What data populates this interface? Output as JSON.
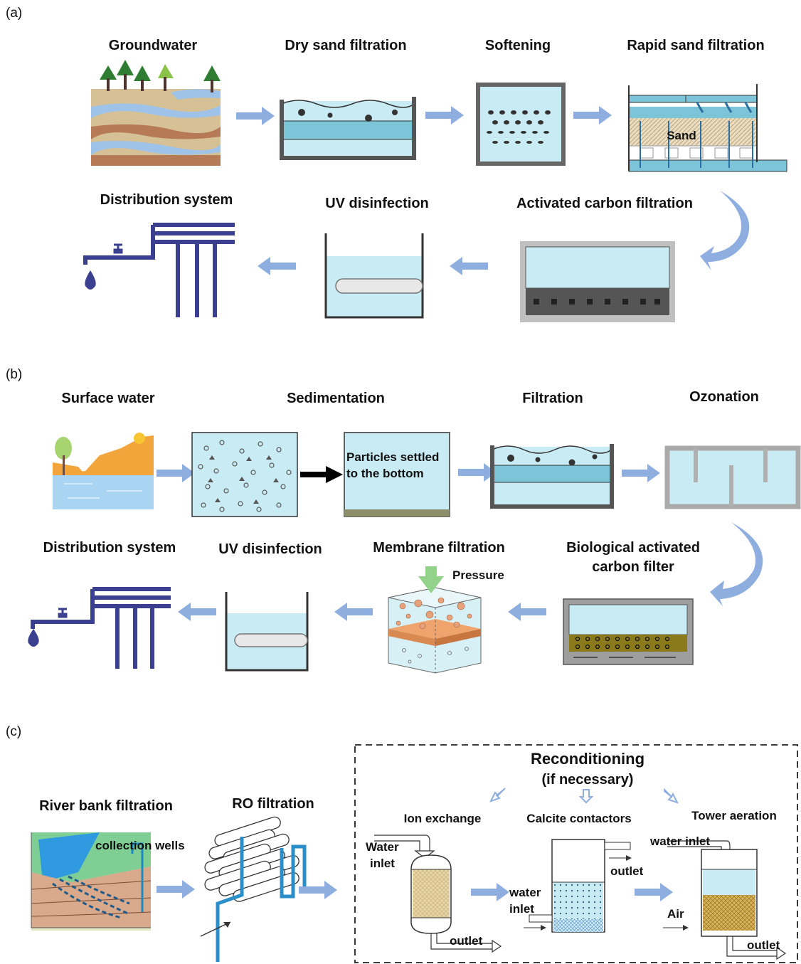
{
  "panels": {
    "a": {
      "tag": "(a)",
      "steps": {
        "groundwater": "Groundwater",
        "dry_sand": "Dry sand filtration",
        "softening": "Softening",
        "rapid_sand": "Rapid sand filtration",
        "sand": "Sand",
        "activated_carbon": "Activated carbon filtration",
        "uv": "UV disinfection",
        "distribution": "Distribution system"
      }
    },
    "b": {
      "tag": "(b)",
      "steps": {
        "surface_water": "Surface water",
        "sedimentation": "Sedimentation",
        "settled_1": "Particles settled",
        "settled_2": "to the bottom",
        "filtration": "Filtration",
        "ozonation": "Ozonation",
        "bac_1": "Biological activated",
        "bac_2": "carbon filter",
        "membrane": "Membrane filtration",
        "pressure": "Pressure",
        "uv": "UV disinfection",
        "distribution": "Distribution system"
      }
    },
    "c": {
      "tag": "(c)",
      "steps": {
        "river_bank": "River bank filtration",
        "collection_wells": "collection wells",
        "ro": "RO filtration",
        "recond_1": "Reconditioning",
        "recond_2": "(if necessary)",
        "ion_exchange": "Ion exchange",
        "water_1": "Water",
        "inlet_1": "inlet",
        "outlet_1": "outlet",
        "calcite": "Calcite contactors",
        "outlet_2": "outlet",
        "water_2": "water",
        "inlet_2": "inlet",
        "tower": "Tower aeration",
        "water_inlet_3": "water inlet",
        "air": "Air",
        "outlet_3": "outlet"
      }
    }
  },
  "colors": {
    "water": "#c9ecf4",
    "water_dark": "#7cc4d8",
    "arrow": "#8faee0",
    "pipe": "#3b3f8f",
    "frame": "#666666"
  }
}
